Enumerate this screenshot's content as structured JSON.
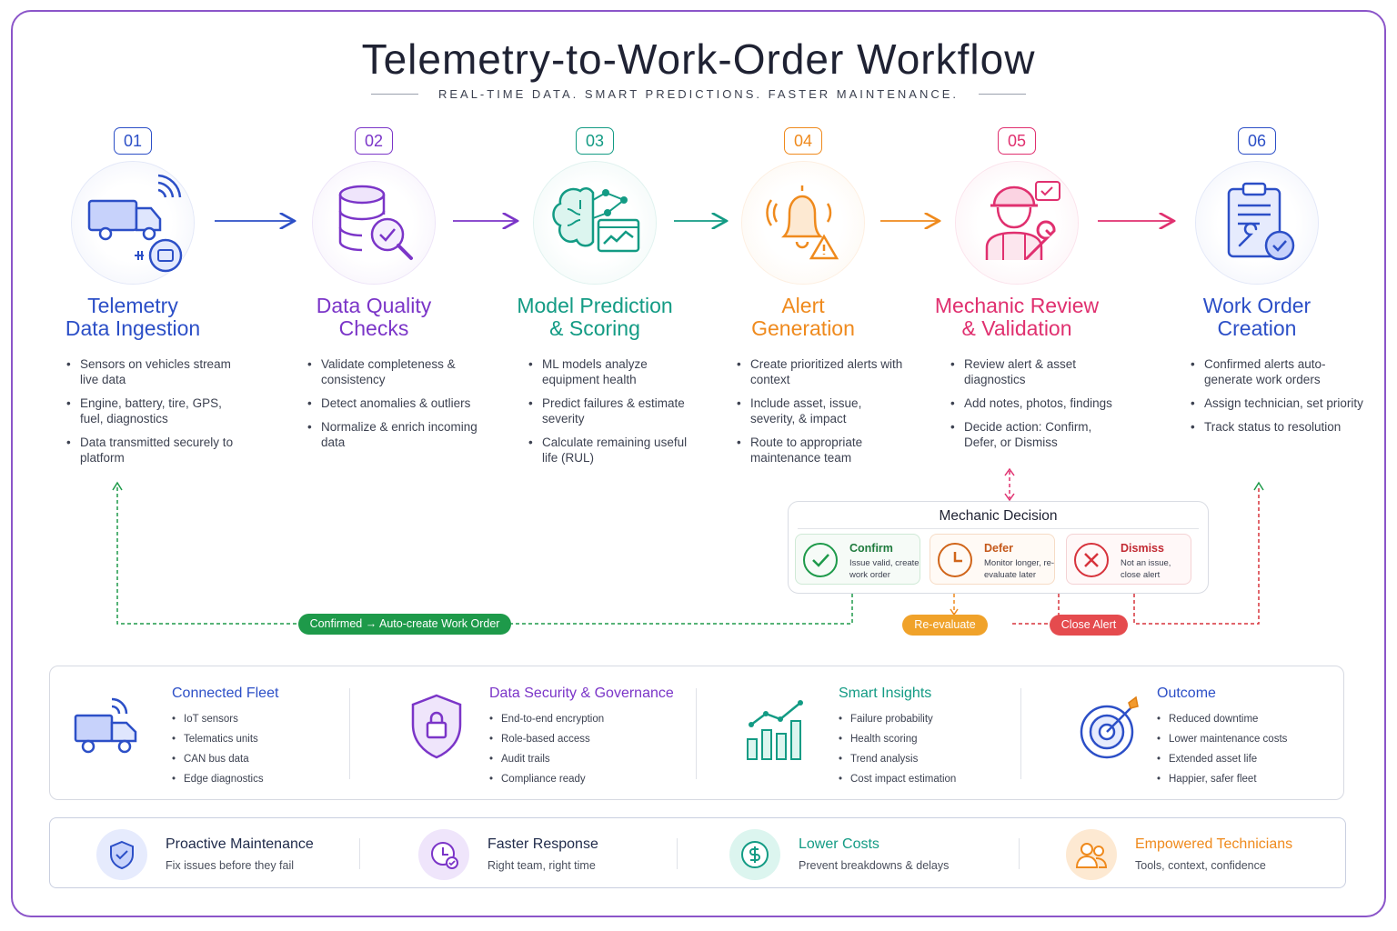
{
  "header": {
    "title": "Telemetry-to-Work-Order Workflow",
    "subtitle": "REAL-TIME DATA. SMART PREDICTIONS. FASTER MAINTENANCE."
  },
  "steps": [
    {
      "number": "01",
      "title_line1": "Telemetry",
      "title_line2": "Data Ingestion",
      "color": "#2c4fc7",
      "bullets": [
        "Sensors on vehicles stream live data",
        "Engine, battery, tire, GPS, fuel, diagnostics",
        "Data transmitted securely to platform"
      ],
      "icon": "truck-telemetry-icon"
    },
    {
      "number": "02",
      "title_line1": "Data Quality",
      "title_line2": "Checks",
      "color": "#7b35c8",
      "bullets": [
        "Validate completeness & consistency",
        "Detect anomalies & outliers",
        "Normalize & enrich incoming data"
      ],
      "icon": "database-check-icon"
    },
    {
      "number": "03",
      "title_line1": "Model Prediction",
      "title_line2": "& Scoring",
      "color": "#139b84",
      "bullets": [
        "ML models analyze equipment health",
        "Predict failures & estimate severity",
        "Calculate remaining useful life (RUL)"
      ],
      "icon": "brain-chart-icon"
    },
    {
      "number": "04",
      "title_line1": "Alert",
      "title_line2": "Generation",
      "color": "#ef8a1d",
      "bullets": [
        "Create prioritized alerts with context",
        "Include asset, issue, severity, & impact",
        "Route to appropriate maintenance team"
      ],
      "icon": "bell-alert-icon"
    },
    {
      "number": "05",
      "title_line1": "Mechanic Review",
      "title_line2": "& Validation",
      "color": "#e0306f",
      "bullets": [
        "Review alert & asset diagnostics",
        "Add notes, photos, findings",
        "Decide action: Confirm, Defer, or Dismiss"
      ],
      "icon": "mechanic-icon"
    },
    {
      "number": "06",
      "title_line1": "Work Order",
      "title_line2": "Creation",
      "color": "#2c4fc7",
      "bullets": [
        "Confirmed alerts auto-generate work orders",
        "Assign technician, set priority",
        "Track status to resolution"
      ],
      "icon": "clipboard-check-icon"
    }
  ],
  "decision": {
    "title": "Mechanic Decision",
    "options": [
      {
        "label": "Confirm",
        "desc": "Issue valid, create work order",
        "color": "#1e9a4a",
        "icon": "check-icon"
      },
      {
        "label": "Defer",
        "desc": "Monitor longer, re-evaluate later",
        "color": "#d0651a",
        "icon": "clock-icon"
      },
      {
        "label": "Dismiss",
        "desc": "Not an issue, close alert",
        "color": "#d7333c",
        "icon": "x-icon"
      }
    ]
  },
  "flow_labels": {
    "confirmed": "Confirmed → Auto-create Work Order",
    "reevaluate": "Re-evaluate",
    "close_alert": "Close Alert"
  },
  "features": [
    {
      "title": "Connected Fleet",
      "color": "#2c4fc7",
      "icon": "fleet-truck-icon",
      "items": [
        "IoT sensors",
        "Telematics units",
        "CAN bus data",
        "Edge diagnostics"
      ]
    },
    {
      "title": "Data Security & Governance",
      "color": "#7b35c8",
      "icon": "shield-lock-icon",
      "items": [
        "End-to-end encryption",
        "Role-based access",
        "Audit trails",
        "Compliance ready"
      ]
    },
    {
      "title": "Smart Insights",
      "color": "#139b84",
      "icon": "bar-chart-icon",
      "items": [
        "Failure probability",
        "Health scoring",
        "Trend analysis",
        "Cost impact estimation"
      ]
    },
    {
      "title": "Outcome",
      "color": "#2c4fc7",
      "icon": "target-icon",
      "items": [
        "Reduced downtime",
        "Lower maintenance costs",
        "Extended asset life",
        "Happier, safer fleet"
      ]
    }
  ],
  "benefits": [
    {
      "title": "Proactive Maintenance",
      "desc": "Fix issues before they fail",
      "color": "#2c4fc7",
      "icon": "shield-check-icon"
    },
    {
      "title": "Faster Response",
      "desc": "Right team, right time",
      "color": "#7b35c8",
      "icon": "clock-check-icon"
    },
    {
      "title": "Lower Costs",
      "desc": "Prevent breakdowns & delays",
      "color": "#139b84",
      "icon": "dollar-icon"
    },
    {
      "title": "Empowered Technicians",
      "desc": "Tools, context, confidence",
      "color": "#ef8a1d",
      "icon": "people-icon"
    }
  ]
}
